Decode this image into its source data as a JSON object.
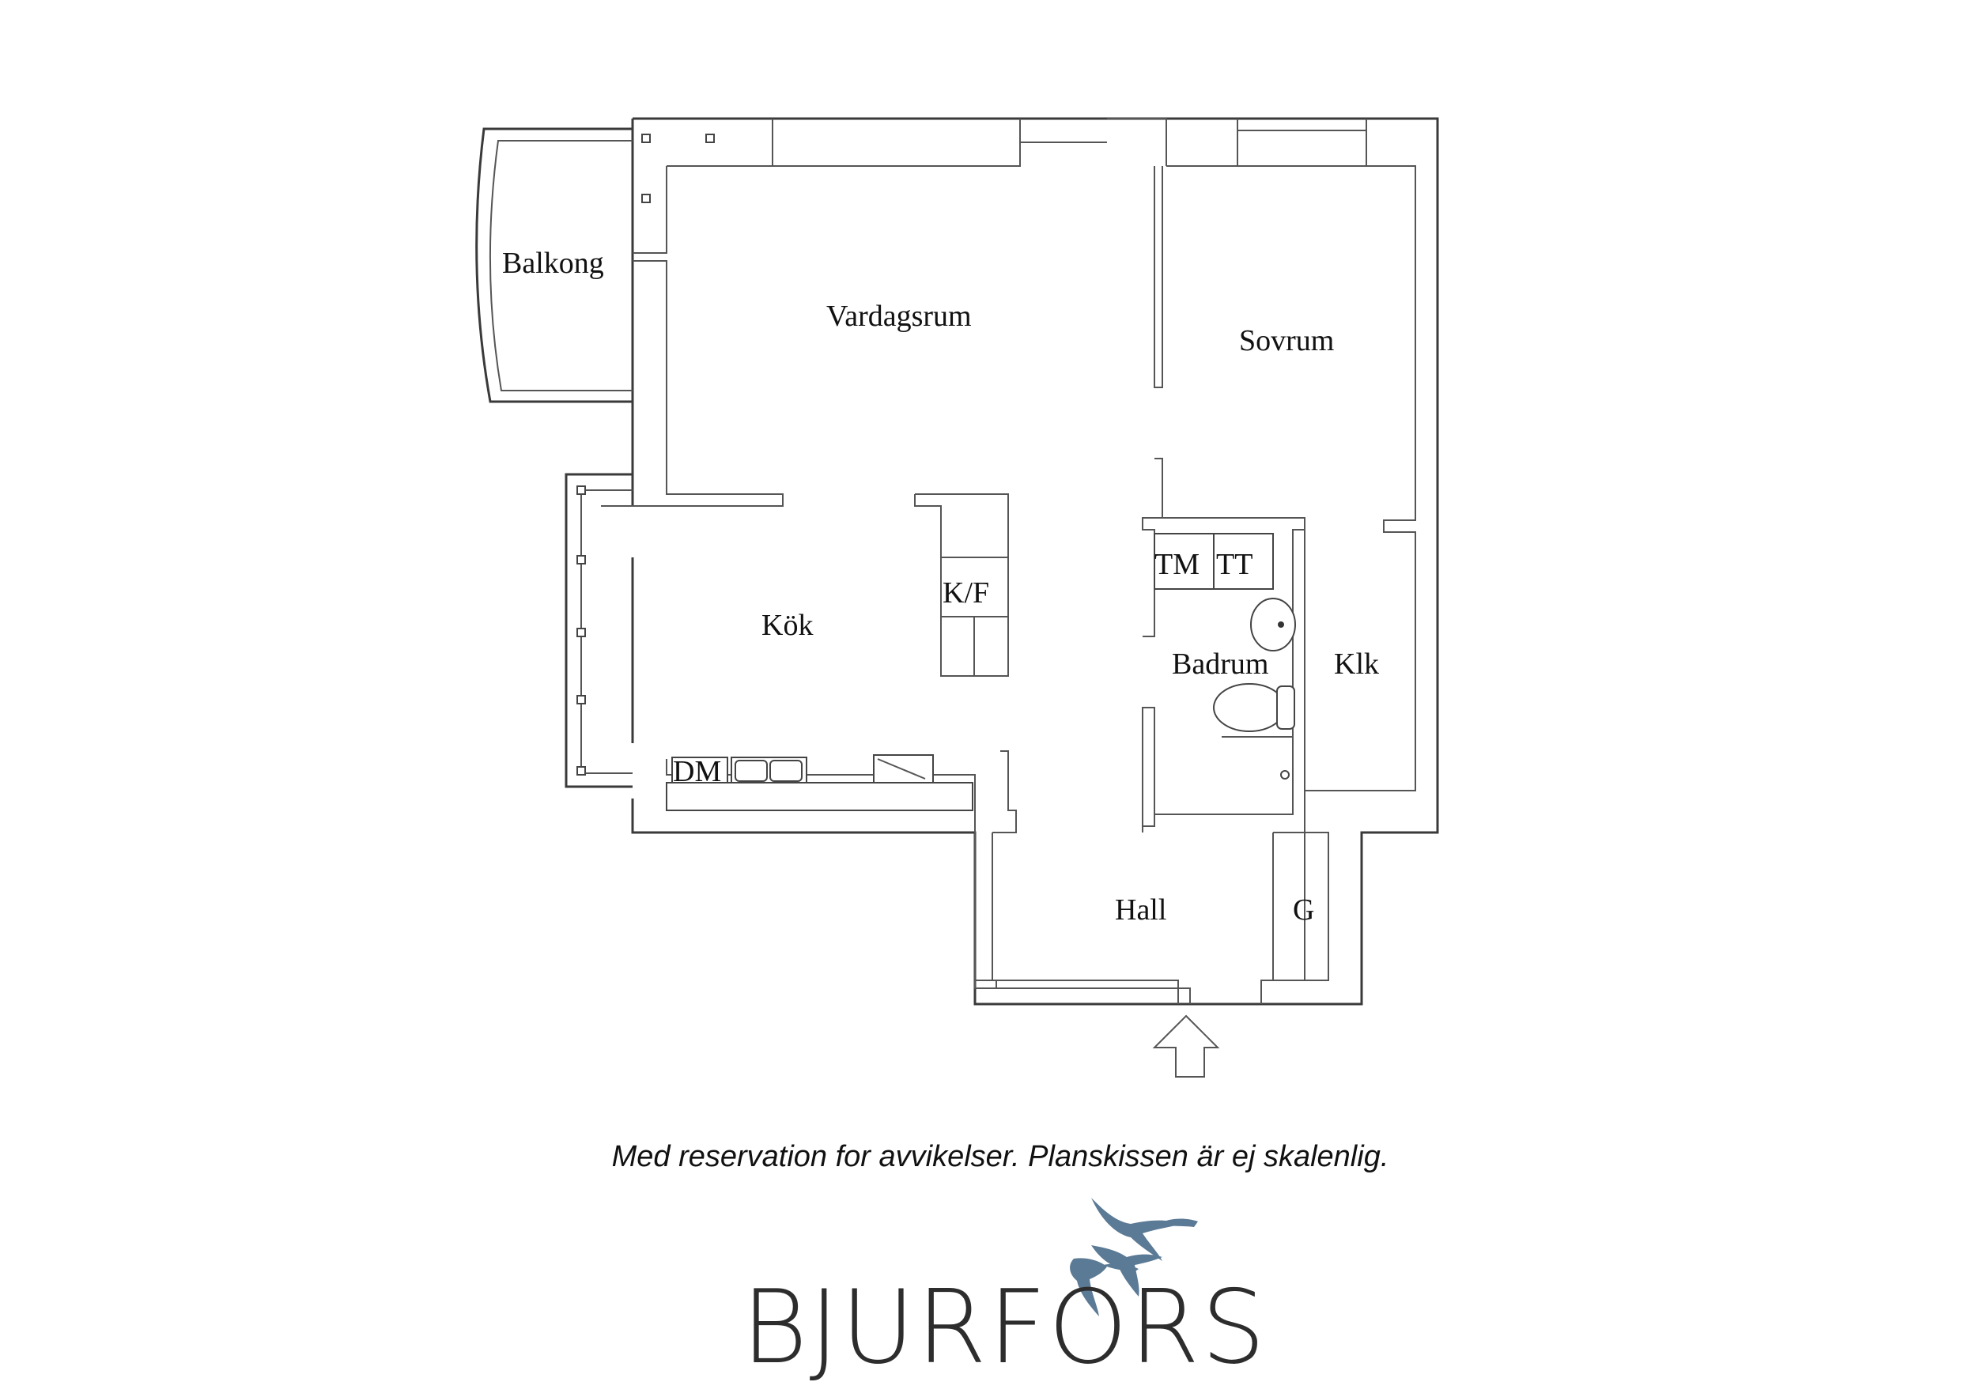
{
  "rooms": {
    "balkong": "Balkong",
    "vardagsrum": "Vardagsrum",
    "sovrum": "Sovrum",
    "kok": "Kök",
    "kf": "K/F",
    "tm": "TM",
    "tt": "TT",
    "badrum": "Badrum",
    "klk": "Klk",
    "dm": "DM",
    "hall": "Hall",
    "g": "G"
  },
  "disclaimer": "Med reservation for avvikelser. Planskissen är ej skalenlig.",
  "brand": {
    "name": "BJURFORS",
    "logo_icon": "geese-flying-icon",
    "color": "#5b7a95"
  },
  "entrance_icon": "entrance-arrow-icon"
}
